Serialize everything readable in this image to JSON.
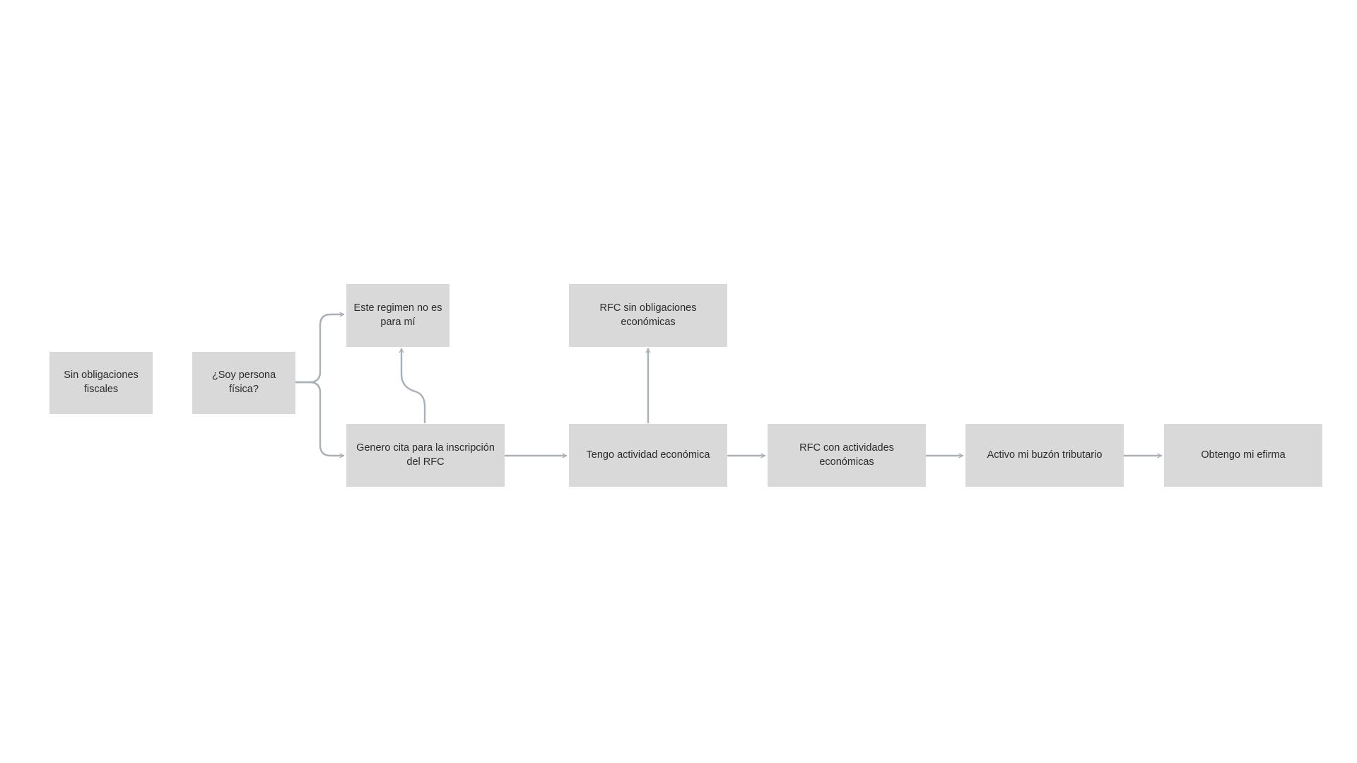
{
  "colors": {
    "background": "#ffffff",
    "node_fill": "#d9d9d9",
    "node_text": "#2b2b2b",
    "connector": "#a9b0b8"
  },
  "nodes": {
    "sin_obligaciones": "Sin obligaciones fiscales",
    "persona_fisica": "¿Soy persona física?",
    "regimen_no_es": "Este regimen no es para mí",
    "genero_cita": "Genero cita para la inscripción del RFC",
    "rfc_sin_obligaciones": "RFC sin obligaciones económicas",
    "actividad_economica": "Tengo actividad económica",
    "rfc_con_actividades": "RFC con actividades económicas",
    "buzon_tributario": "Activo mi buzón tributario",
    "efirma": "Obtengo mi efirma"
  },
  "edges": [
    {
      "from": "persona_fisica",
      "to": "regimen_no_es"
    },
    {
      "from": "persona_fisica",
      "to": "genero_cita"
    },
    {
      "from": "genero_cita",
      "to": "regimen_no_es"
    },
    {
      "from": "genero_cita",
      "to": "actividad_economica"
    },
    {
      "from": "actividad_economica",
      "to": "rfc_sin_obligaciones"
    },
    {
      "from": "actividad_economica",
      "to": "rfc_con_actividades"
    },
    {
      "from": "rfc_con_actividades",
      "to": "buzon_tributario"
    },
    {
      "from": "buzon_tributario",
      "to": "efirma"
    }
  ]
}
